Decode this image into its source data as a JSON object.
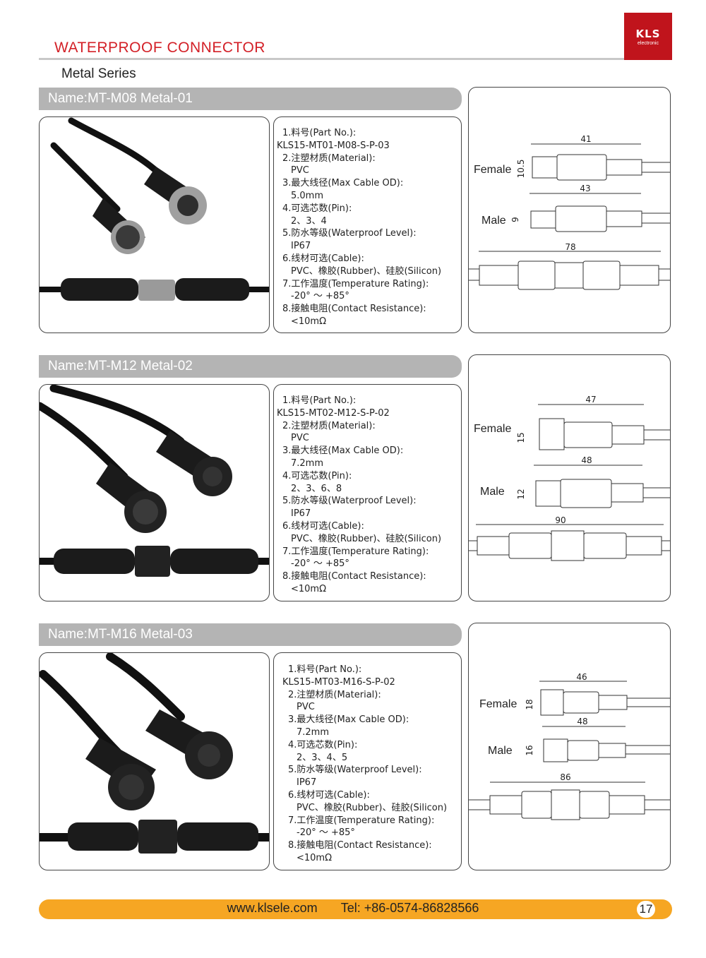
{
  "header": {
    "title": "WATERPROOF CONNECTOR",
    "logo_main": "KLS",
    "logo_sub": "electronic"
  },
  "series_title": "Metal Series",
  "products": [
    {
      "name": "Name:MT-M08 Metal-01",
      "specs": [
        {
          "label": "1.料号(Part No.):",
          "value": "KLS15-MT01-M08-S-P-03"
        },
        {
          "label": "2.注塑材质(Material):",
          "value": "PVC"
        },
        {
          "label": "3.最大线径(Max Cable OD):",
          "value": "5.0mm"
        },
        {
          "label": "4.可选芯数(Pin):",
          "value": "2、3、4"
        },
        {
          "label": "5.防水等级(Waterproof Level):",
          "value": "IP67"
        },
        {
          "label": "6.线材可选(Cable):",
          "value": "PVC、橡胶(Rubber)、硅胶(Silicon)"
        },
        {
          "label": "7.工作温度(Temperature Rating):",
          "value": "-20° ～ +85°"
        },
        {
          "label": "8.接触电阻(Contact Resistance):",
          "value": "<10mΩ"
        }
      ],
      "drawing": {
        "female_label": "Female",
        "male_label": "Male",
        "female_length": "41",
        "female_dia": "10.5",
        "male_length": "43",
        "male_dia": "9",
        "mated_length": "78"
      }
    },
    {
      "name": "Name:MT-M12 Metal-02",
      "specs": [
        {
          "label": "1.料号(Part No.):",
          "value": "KLS15-MT02-M12-S-P-02"
        },
        {
          "label": "2.注塑材质(Material):",
          "value": "PVC"
        },
        {
          "label": "3.最大线径(Max Cable OD):",
          "value": "7.2mm"
        },
        {
          "label": "4.可选芯数(Pin):",
          "value": "2、3、6、8"
        },
        {
          "label": "5.防水等级(Waterproof Level):",
          "value": "IP67"
        },
        {
          "label": "6.线材可选(Cable):",
          "value": "PVC、橡胶(Rubber)、硅胶(Silicon)"
        },
        {
          "label": "7.工作温度(Temperature Rating):",
          "value": "-20° ～ +85°"
        },
        {
          "label": "8.接触电阻(Contact Resistance):",
          "value": "<10mΩ"
        }
      ],
      "drawing": {
        "female_label": "Female",
        "male_label": "Male",
        "female_length": "47",
        "female_dia": "15",
        "male_length": "48",
        "male_dia": "12",
        "mated_length": "90"
      }
    },
    {
      "name": "Name:MT-M16 Metal-03",
      "specs": [
        {
          "label": "1.料号(Part No.):",
          "value": "KLS15-MT03-M16-S-P-02"
        },
        {
          "label": "2.注塑材质(Material):",
          "value": "PVC"
        },
        {
          "label": "3.最大线径(Max Cable OD):",
          "value": "7.2mm"
        },
        {
          "label": "4.可选芯数(Pin):",
          "value": "2、3、4、5"
        },
        {
          "label": "5.防水等级(Waterproof Level):",
          "value": "IP67"
        },
        {
          "label": "6.线材可选(Cable):",
          "value": "PVC、橡胶(Rubber)、硅胶(Silicon)"
        },
        {
          "label": "7.工作温度(Temperature Rating):",
          "value": "-20° ～ +85°"
        },
        {
          "label": "8.接触电阻(Contact Resistance):",
          "value": "<10mΩ"
        }
      ],
      "drawing": {
        "female_label": "Female",
        "male_label": "Male",
        "female_length": "46",
        "female_dia": "18",
        "male_length": "48",
        "male_dia": "16",
        "mated_length": "86"
      }
    }
  ],
  "footer": {
    "website": "www.klsele.com",
    "tel": "Tel: +86-0574-86828566",
    "page": "17"
  },
  "colors": {
    "accent": "#d32027",
    "logo_bg": "#c0141c",
    "bar_gray": "#b4b4b4",
    "footer_orange": "#f6a623"
  }
}
